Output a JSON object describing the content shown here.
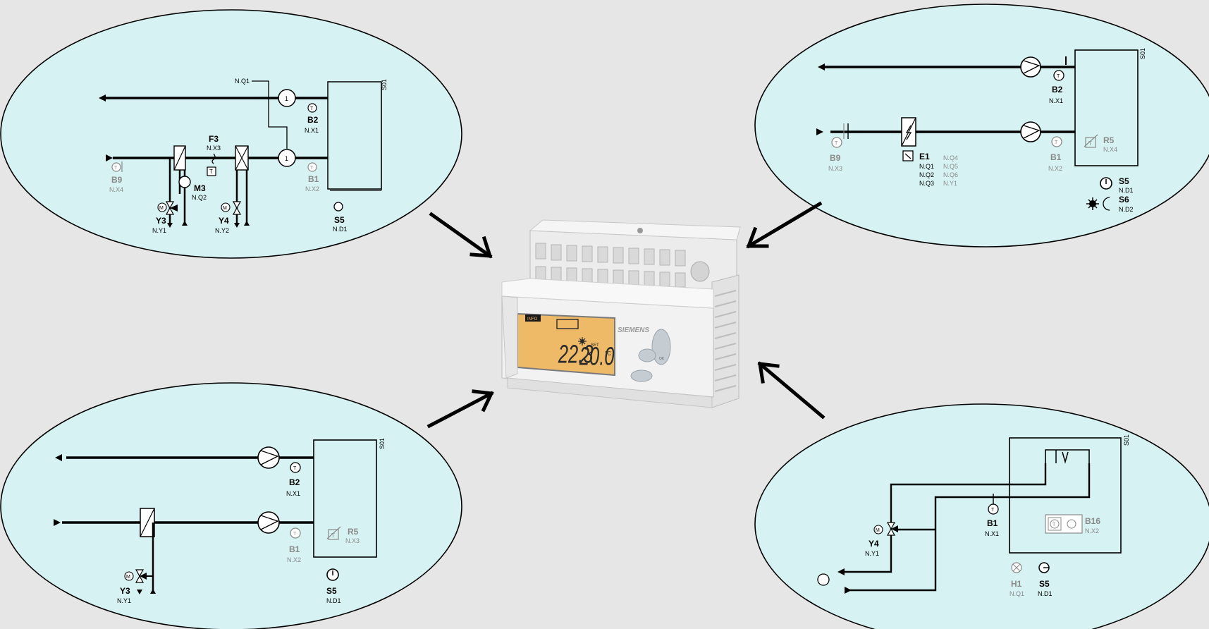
{
  "controller": {
    "brand": "SIEMENS",
    "display_tag": "INFO",
    "display_left_value": "22.3",
    "display_right_value": "20.0",
    "display_unit": "°C",
    "display_setpoint_label": "SET",
    "ok_label": "OK"
  },
  "panel_top_left": {
    "s01": "S01",
    "nq1": "N.Q1",
    "pump_num": "1",
    "b2": "B2",
    "b2_sub": "N.X1",
    "f3": "F3",
    "f3_sub": "N.X3",
    "b9": "B9",
    "b9_sub": "N.X4",
    "m3": "M3",
    "m3_sub": "N.Q2",
    "b1": "B1",
    "b1_sub": "N.X2",
    "y3": "Y3",
    "y3_sub": "N.Y1",
    "y4": "Y4",
    "y4_sub": "N.Y2",
    "s5": "S5",
    "s5_sub": "N.D1",
    "t_mark": "T",
    "m_mark": "M"
  },
  "panel_top_right": {
    "s01": "S01",
    "b2": "B2",
    "b2_sub": "N.X1",
    "b9": "B9",
    "b9_sub": "N.X3",
    "e1": "E1",
    "e1_outputs": [
      "N.Q1",
      "N.Q2",
      "N.Q3"
    ],
    "e1_outputs_grey": [
      "N.Q4",
      "N.Q5",
      "N.Q6",
      "N.Y1"
    ],
    "b1": "B1",
    "b1_sub": "N.X2",
    "r5": "R5",
    "r5_sub": "N.X4",
    "s5": "S5",
    "s5_sub": "N.D1",
    "s6": "S6",
    "s6_sub": "N.D2",
    "t_mark": "T"
  },
  "panel_bottom_left": {
    "s01": "S01",
    "b2": "B2",
    "b2_sub": "N.X1",
    "b1": "B1",
    "b1_sub": "N.X2",
    "r5": "R5",
    "r5_sub": "N.X3",
    "y3": "Y3",
    "y3_sub": "N.Y1",
    "s5": "S5",
    "s5_sub": "N.D1",
    "t_mark": "T",
    "m_mark": "M"
  },
  "panel_bottom_right": {
    "s01": "S01",
    "b1": "B1",
    "b1_sub": "N.X1",
    "b16": "B16",
    "b16_sub": "N.X2",
    "y4": "Y4",
    "y4_sub": "N.Y1",
    "h1": "H1",
    "h1_sub": "N.Q1",
    "s5": "S5",
    "s5_sub": "N.D1",
    "t_mark": "T",
    "m_mark": "M"
  }
}
